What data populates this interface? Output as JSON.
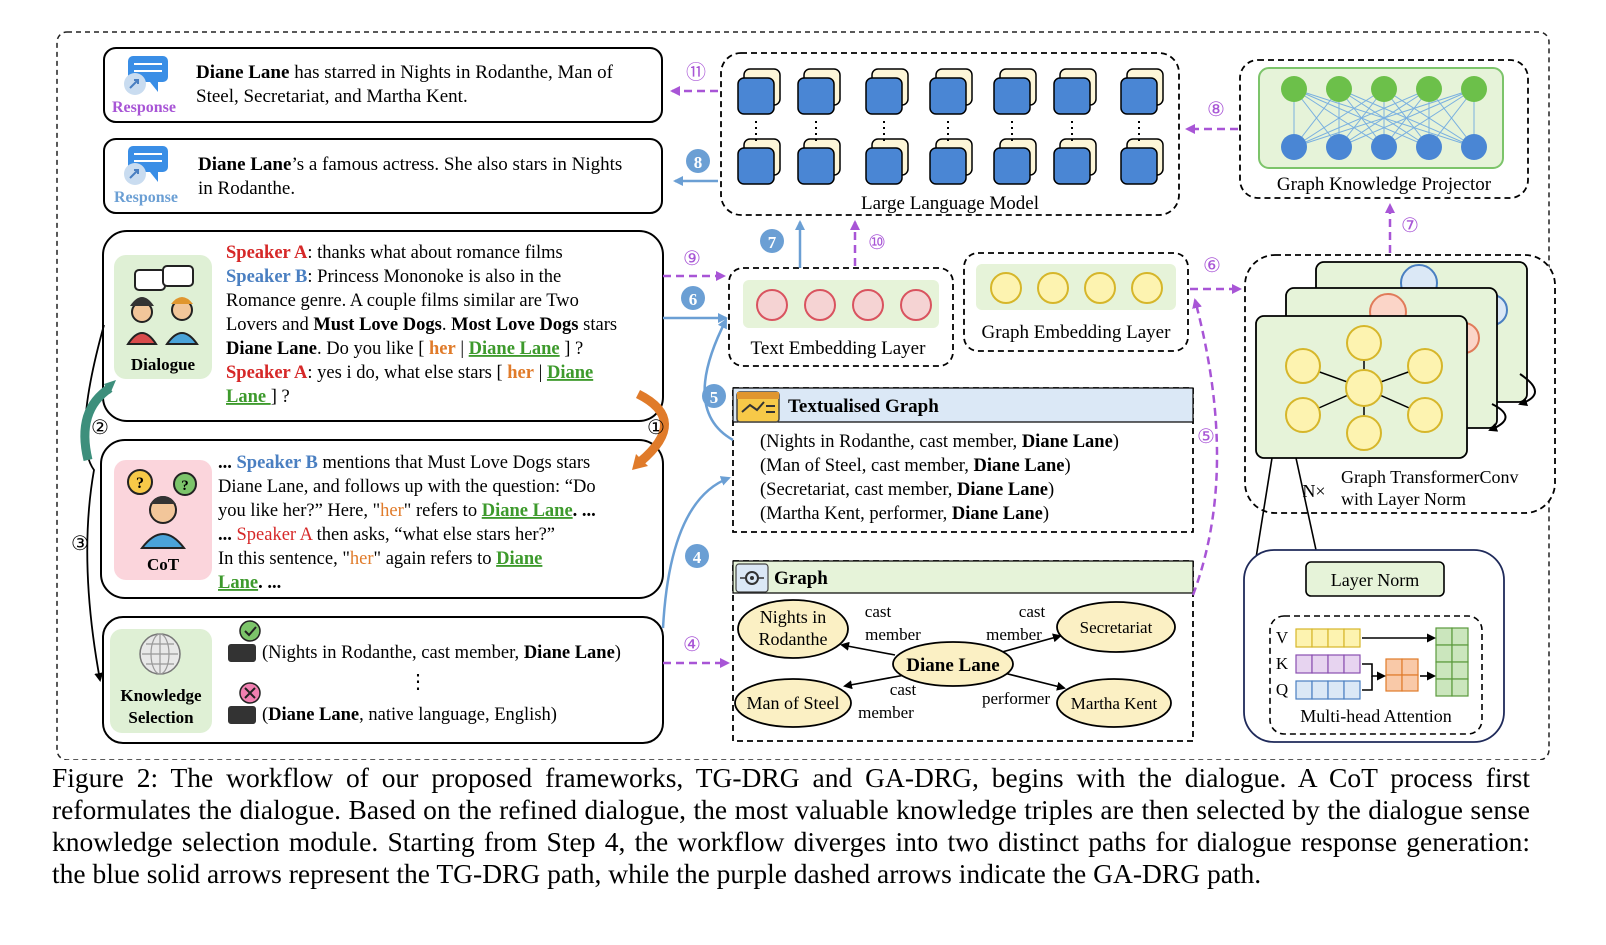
{
  "responses": {
    "top": {
      "icon_label": "Response",
      "speaker": "Diane Lane",
      "text_line1": " has starred in Nights in Rodanthe, Man of",
      "text_line2": "Steel, Secretariat, and Martha Kent."
    },
    "bottom": {
      "icon_label": "Response",
      "speaker": "Diane Lane",
      "text_line1": "’s a famous actress. She also stars in Nights",
      "text_line2": "in Rodanthe."
    }
  },
  "dialogue": {
    "label": "Dialogue",
    "speaker_a": "Speaker A",
    "speaker_b": "Speaker B",
    "line1": ": thanks what about romance films",
    "line2": ": Princess Mononoke is also in the",
    "line3": "Romance genre. A couple films similar are Two",
    "line4a": "Lovers and ",
    "line4b": "Must Love Dogs",
    "line4c": ". ",
    "line4d": "Most Love Dogs",
    "line4e": " stars",
    "line5a": "Diane Lane",
    "line5b": ". Do you like [ ",
    "line5c": "her",
    "line5d": " | ",
    "line5e": "Diane Lane",
    "line5f": " ] ?",
    "line6a": ": yes i do, what else stars [ ",
    "line6b": "her",
    "line6c": " |  ",
    "line6d": "Diane",
    "line7a": "Lane ",
    "line7b": "] ?"
  },
  "cot": {
    "label": "CoT",
    "l1a": "... ",
    "l1b": "Speaker B",
    "l1c": " mentions that Must Love Dogs stars",
    "l2": "Diane Lane, and follows up with the question: “Do",
    "l3a": "you like her?” Here, \"",
    "l3b": "her",
    "l3c": "\" refers to ",
    "l3d": "Diane Lane",
    "l3e": ".  ...",
    "l4a": "... ",
    "l4b": "Speaker A",
    "l4c": " then asks, “what else stars her?”",
    "l5a": "In this sentence, \"",
    "l5b": "her",
    "l5c": "\" again refers to ",
    "l5d": "Diane",
    "l6a": "Lane",
    "l6b": ". ..."
  },
  "knowledge": {
    "label_line1": "Knowledge",
    "label_line2": "Selection",
    "triple1a": "(Nights in Rodanthe, cast member, ",
    "triple1b": "Diane Lane",
    "triple1c": ")",
    "ellipsis": "⋮",
    "triple2a": "(",
    "triple2b": "Diane Lane",
    "triple2c": ", native language, English)"
  },
  "llm": {
    "label": "Large Language Model"
  },
  "projector": {
    "label": "Graph Knowledge Projector"
  },
  "text_embedding": {
    "label": "Text Embedding Layer"
  },
  "graph_embedding": {
    "label": "Graph Embedding Layer"
  },
  "textualised_graph": {
    "title": "Textualised Graph",
    "rows": [
      {
        "a": "(Nights in Rodanthe, cast member, ",
        "b": "Diane Lane",
        "c": ")"
      },
      {
        "a": "(Man of Steel, cast member, ",
        "b": "Diane Lane",
        "c": ")"
      },
      {
        "a": "(Secretariat, cast member, ",
        "b": "Diane Lane",
        "c": ")"
      },
      {
        "a": "(Martha Kent, performer, ",
        "b": "Diane Lane",
        "c": ")"
      }
    ]
  },
  "graph": {
    "title": "Graph",
    "center": "Diane Lane",
    "node_nights_1": "Nights in",
    "node_nights_2": "Rodanthe",
    "node_secretariat": "Secretariat",
    "node_steel": "Man of Steel",
    "node_martha": "Martha Kent",
    "edge_cast1": "cast",
    "edge_member1": "member",
    "edge_cast2": "cast",
    "edge_member2": "member",
    "edge_cast3": "cast",
    "edge_member3": "member",
    "edge_performer": "performer"
  },
  "transformer": {
    "n_label": "N×",
    "line1": "Graph TransformerConv",
    "line2": "with Layer Norm"
  },
  "attention": {
    "layer_norm": "Layer Norm",
    "v": "V",
    "k": "K",
    "q": "Q",
    "label": "Multi-head Attention"
  },
  "steps": {
    "s1": "①",
    "s2": "②",
    "s3": "③",
    "s4p": "④",
    "s5p": "⑤",
    "s6p": "⑥",
    "s7p": "⑦",
    "s8p": "⑧",
    "s9p": "⑨",
    "s10p": "⑩",
    "s11p": "⑪",
    "b4": "4",
    "b5": "5",
    "b6": "6",
    "b7": "7",
    "b8": "8"
  },
  "colors": {
    "blue_path": "#6b9fd4",
    "purple_path": "#a855d6",
    "speaker_a": "#d62828",
    "speaker_b": "#4a7fc1",
    "her": "#e07b2a",
    "entity_green": "#3d9a2c"
  },
  "caption": "Figure 2: The workflow of our proposed frameworks, TG-DRG and GA-DRG, begins with the dialogue. A CoT process first reformulates the dialogue. Based on the refined dialogue, the most valuable knowledge triples are then selected by the dialogue sense knowledge selection module. Starting from Step 4, the workflow diverges into two distinct paths for dialogue response generation: the blue solid arrows represent the TG-DRG path, while the purple dashed arrows indicate the GA-DRG path."
}
